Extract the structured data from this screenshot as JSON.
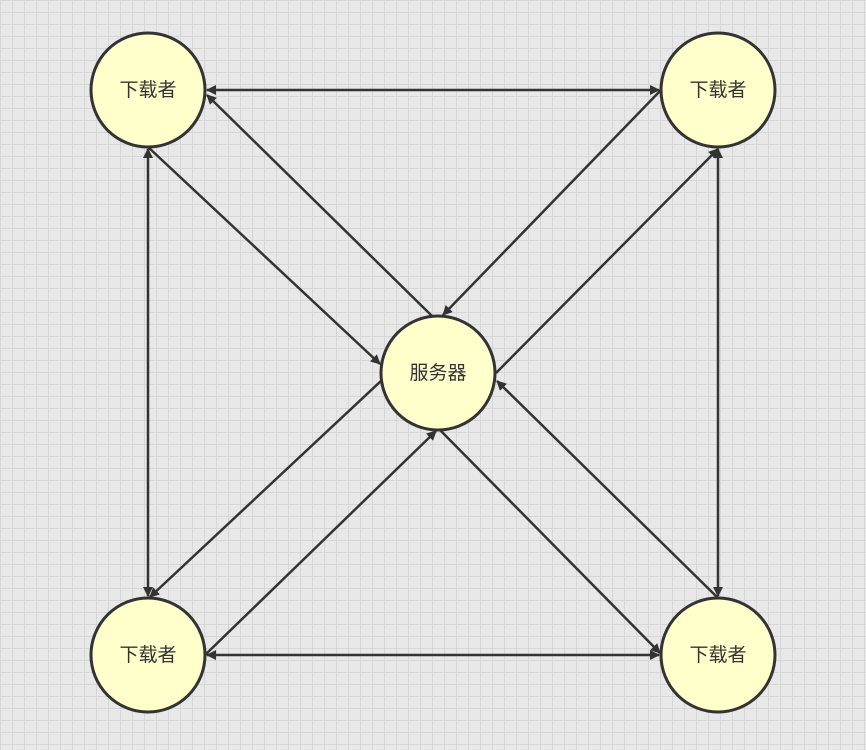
{
  "colors": {
    "node_fill": "#ffffcc",
    "stroke": "#333333"
  },
  "nodes": {
    "top_left": "下载者",
    "top_right": "下载者",
    "server": "服务器",
    "bottom_left": "下载者",
    "bottom_right": "下载者"
  }
}
